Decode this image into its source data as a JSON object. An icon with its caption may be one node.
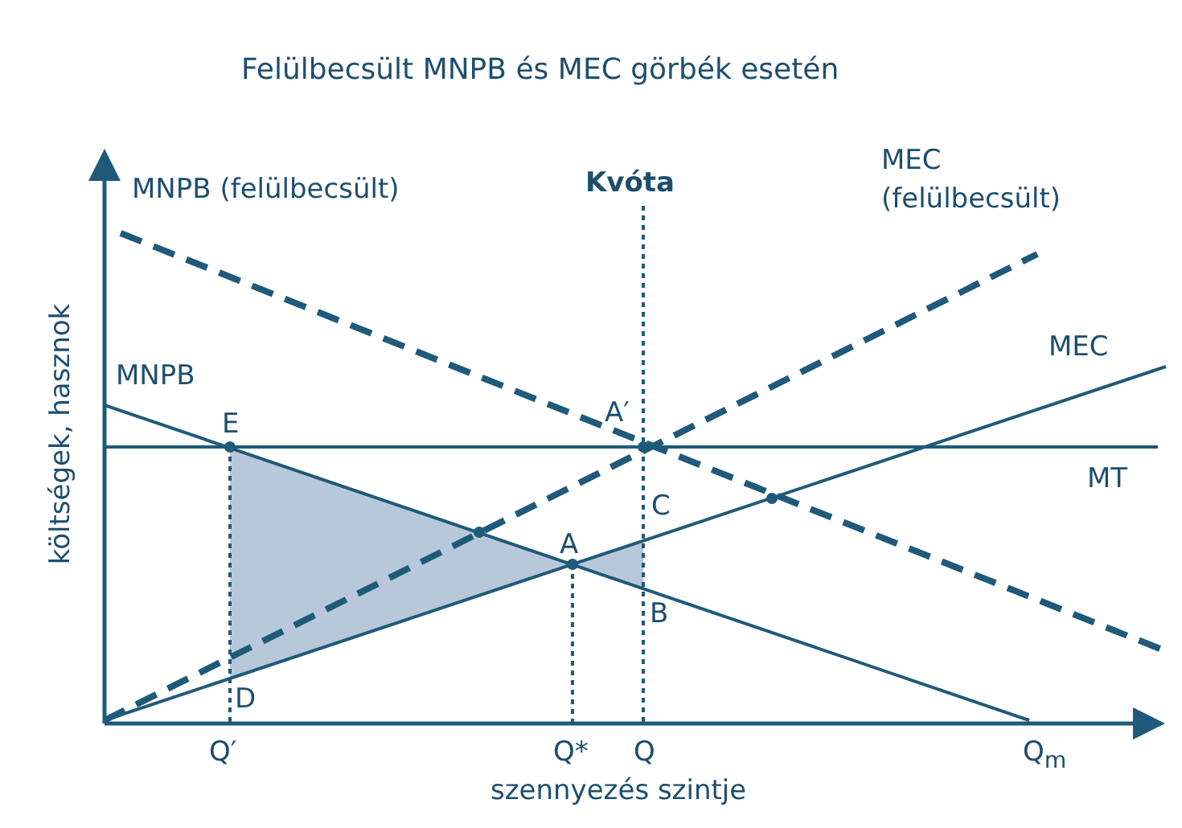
{
  "diagram": {
    "title": "Felülbecsült MNPB és MEC görbék esetén",
    "labels": [
      "MNPB (felülbecsült)",
      "Kvóta",
      "MEC (felülbecsült)",
      "MEC",
      "MNPB",
      "költségek, hasznok",
      "E",
      "A′",
      "MT",
      "C",
      "A",
      "B",
      "D",
      "Q′",
      "Q*",
      "Q",
      "Q$_{m}$",
      "szennyezés szintje"
    ]
  }
}
